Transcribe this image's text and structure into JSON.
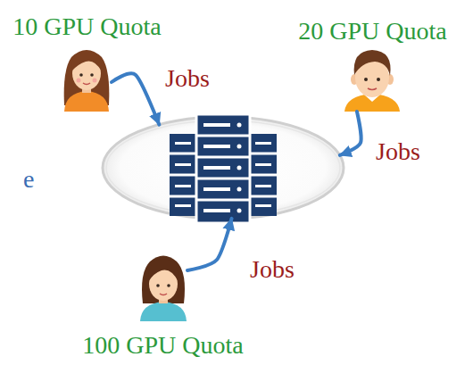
{
  "diagram": {
    "nodes": [
      {
        "text": [
          "10 GPU Quota"
        ]
      },
      {
        "text": [
          "20 GPU Quota"
        ]
      },
      {
        "text": []
      },
      {
        "text": [
          "100 GPU Quota"
        ]
      }
    ],
    "edges": [
      {
        "from": 0,
        "to": 2,
        "arrow": "to",
        "label": "Jobs"
      },
      {
        "from": 1,
        "to": 2,
        "arrow": "to",
        "label": "Jobs"
      },
      {
        "from": 3,
        "to": 2,
        "arrow": "to",
        "label": "Jobs"
      }
    ],
    "labels": [
      "e"
    ]
  }
}
